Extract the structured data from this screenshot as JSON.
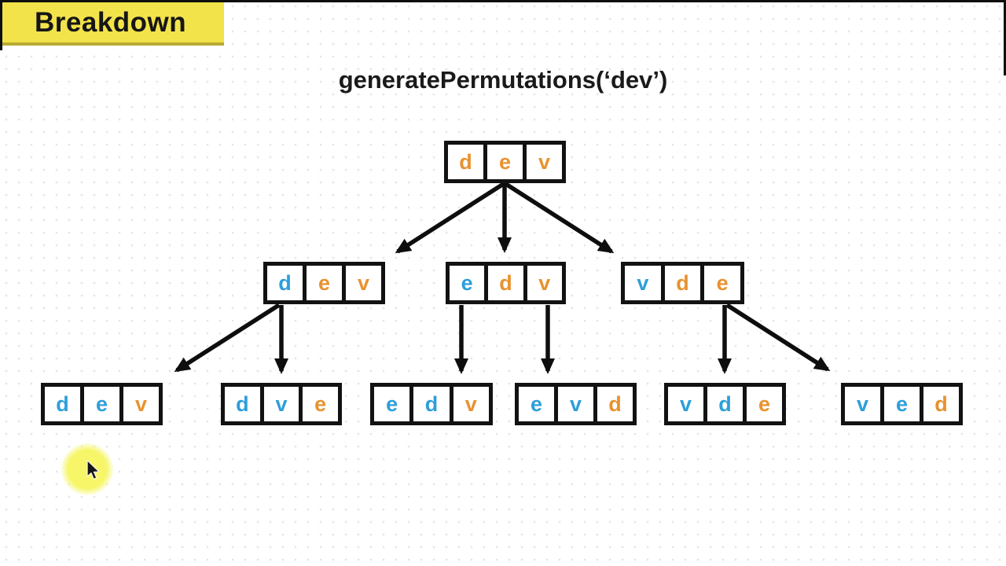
{
  "badge": {
    "label": "Breakdown"
  },
  "title": {
    "text": "generatePermutations(‘dev’)"
  },
  "palette": {
    "orange": "#e8922f",
    "blue": "#2d9fd9",
    "badge-yellow": "#f2e34a",
    "badge-shadow": "#b9ac33",
    "arrow": "#0e0e0e",
    "cursor-halo": "#f6f668"
  },
  "tree": {
    "root": {
      "value": "dev",
      "cells": [
        {
          "char": "d",
          "color": "orange"
        },
        {
          "char": "e",
          "color": "orange"
        },
        {
          "char": "v",
          "color": "orange"
        }
      ]
    },
    "level2": [
      {
        "value": "dev",
        "cells": [
          {
            "char": "d",
            "color": "blue"
          },
          {
            "char": "e",
            "color": "orange"
          },
          {
            "char": "v",
            "color": "orange"
          }
        ]
      },
      {
        "value": "edv",
        "cells": [
          {
            "char": "e",
            "color": "blue"
          },
          {
            "char": "d",
            "color": "orange"
          },
          {
            "char": "v",
            "color": "orange"
          }
        ]
      },
      {
        "value": "vde",
        "cells": [
          {
            "char": "v",
            "color": "blue"
          },
          {
            "char": "d",
            "color": "orange"
          },
          {
            "char": "e",
            "color": "orange"
          }
        ]
      }
    ],
    "level3": [
      {
        "value": "dev",
        "cells": [
          {
            "char": "d",
            "color": "blue"
          },
          {
            "char": "e",
            "color": "blue"
          },
          {
            "char": "v",
            "color": "orange"
          }
        ]
      },
      {
        "value": "dve",
        "cells": [
          {
            "char": "d",
            "color": "blue"
          },
          {
            "char": "v",
            "color": "blue"
          },
          {
            "char": "e",
            "color": "orange"
          }
        ]
      },
      {
        "value": "edv",
        "cells": [
          {
            "char": "e",
            "color": "blue"
          },
          {
            "char": "d",
            "color": "blue"
          },
          {
            "char": "v",
            "color": "orange"
          }
        ]
      },
      {
        "value": "evd",
        "cells": [
          {
            "char": "e",
            "color": "blue"
          },
          {
            "char": "v",
            "color": "blue"
          },
          {
            "char": "d",
            "color": "orange"
          }
        ]
      },
      {
        "value": "vde",
        "cells": [
          {
            "char": "v",
            "color": "blue"
          },
          {
            "char": "d",
            "color": "blue"
          },
          {
            "char": "e",
            "color": "orange"
          }
        ]
      },
      {
        "value": "ved",
        "cells": [
          {
            "char": "v",
            "color": "blue"
          },
          {
            "char": "e",
            "color": "blue"
          },
          {
            "char": "d",
            "color": "orange"
          }
        ]
      }
    ]
  },
  "cursor": {
    "icon": "arrow-pointer"
  }
}
